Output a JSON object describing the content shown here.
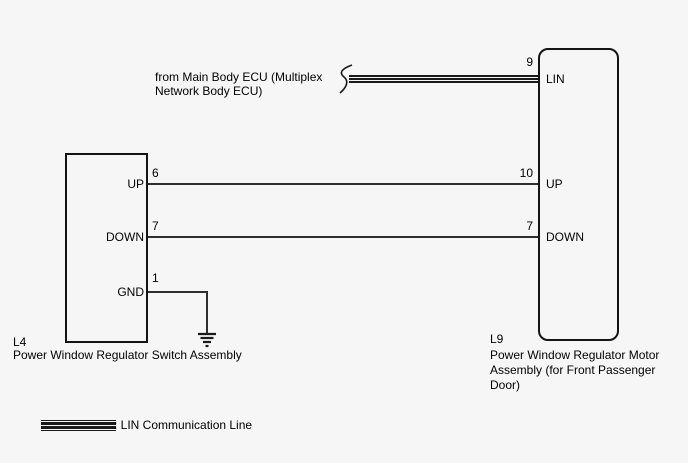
{
  "colors": {
    "background": "#f6f6f6",
    "wire": "#2e2e2e",
    "box_border": "#141414",
    "text": "#000000"
  },
  "ecu_note": {
    "line1": "from Main Body ECU (Multiplex",
    "line2": "Network Body ECU)"
  },
  "left_component": {
    "id": "L4",
    "name": "Power Window Regulator Switch Assembly",
    "pins": [
      {
        "label": "UP",
        "number": "6"
      },
      {
        "label": "DOWN",
        "number": "7"
      },
      {
        "label": "GND",
        "number": "1"
      }
    ]
  },
  "right_component": {
    "id": "L9",
    "name_lines": [
      "Power Window Regulator Motor",
      "Assembly (for Front Passenger",
      "Door)"
    ],
    "pins": [
      {
        "label": "LIN",
        "number": "9"
      },
      {
        "label": "UP",
        "number": "10"
      },
      {
        "label": "DOWN",
        "number": "7"
      }
    ]
  },
  "legend": {
    "symbol": "lin-triple-line",
    "label": ": LIN Communication Line"
  }
}
